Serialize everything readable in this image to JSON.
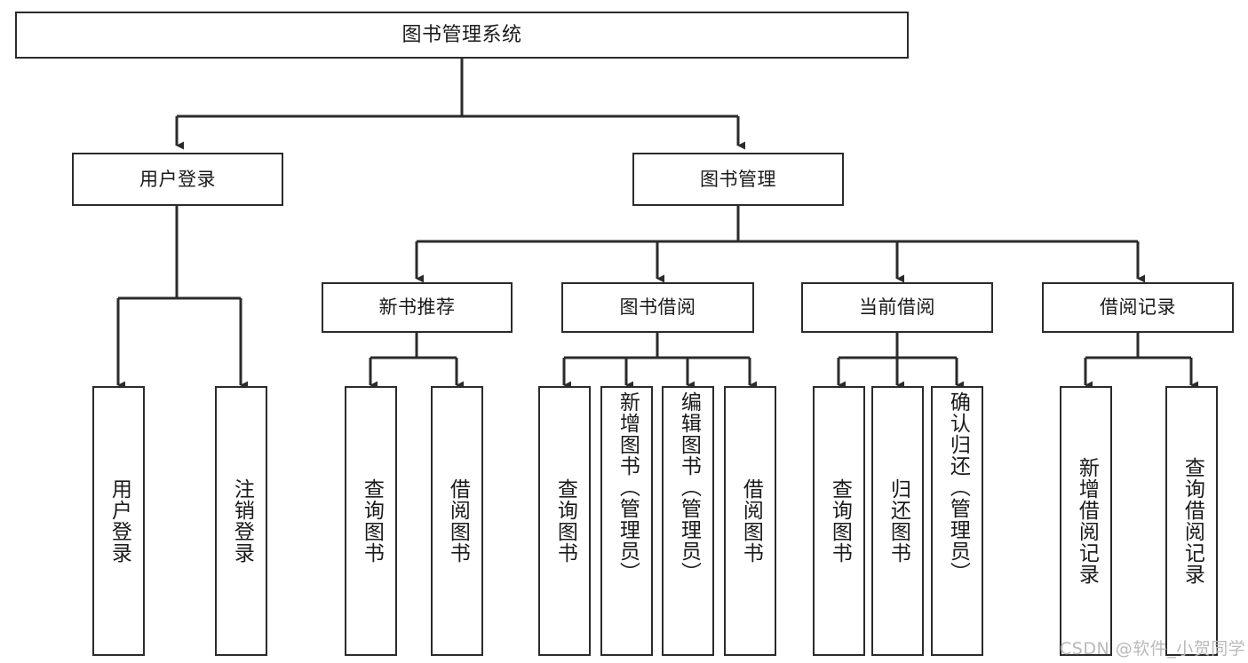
{
  "diagram": {
    "title": "图书管理系统",
    "type": "tree-hierarchy",
    "watermark": "CSDN @软件_小贺同学",
    "colors": {
      "stroke": "#2b2b2b",
      "fill": "#ffffff",
      "text": "#1a1a1a",
      "watermark": "#b9b9b9"
    },
    "levels": {
      "root": {
        "label": "图书管理系统"
      },
      "level2": [
        {
          "id": "user-login",
          "label": "用户登录"
        },
        {
          "id": "book-manage",
          "label": "图书管理"
        }
      ],
      "level3": [
        {
          "id": "new-book-rec",
          "label": "新书推荐",
          "parent": "book-manage"
        },
        {
          "id": "book-borrow",
          "label": "图书借阅",
          "parent": "book-manage"
        },
        {
          "id": "current-borrow",
          "label": "当前借阅",
          "parent": "book-manage"
        },
        {
          "id": "borrow-record",
          "label": "借阅记录",
          "parent": "book-manage"
        }
      ],
      "leaves": [
        {
          "id": "leaf-user-login",
          "label": "用户登录",
          "parent": "user-login"
        },
        {
          "id": "leaf-user-logout",
          "label": "注销登录",
          "parent": "user-login"
        },
        {
          "id": "leaf-query-book-1",
          "label": "查询图书",
          "parent": "new-book-rec"
        },
        {
          "id": "leaf-borrow-book-1",
          "label": "借阅图书",
          "parent": "new-book-rec"
        },
        {
          "id": "leaf-query-book-2",
          "label": "查询图书",
          "parent": "book-borrow"
        },
        {
          "id": "leaf-add-book",
          "label": "新增图书（管理员）",
          "parent": "book-borrow"
        },
        {
          "id": "leaf-edit-book",
          "label": "编辑图书（管理员）",
          "parent": "book-borrow"
        },
        {
          "id": "leaf-borrow-book-2",
          "label": "借阅图书",
          "parent": "book-borrow"
        },
        {
          "id": "leaf-query-book-3",
          "label": "查询图书",
          "parent": "current-borrow"
        },
        {
          "id": "leaf-return-book",
          "label": "归还图书",
          "parent": "current-borrow"
        },
        {
          "id": "leaf-confirm-return",
          "label": "确认归还（管理员）",
          "parent": "current-borrow"
        },
        {
          "id": "leaf-add-record",
          "label": "新增借阅记录",
          "parent": "borrow-record"
        },
        {
          "id": "leaf-query-record",
          "label": "查询借阅记录",
          "parent": "borrow-record"
        }
      ]
    }
  }
}
